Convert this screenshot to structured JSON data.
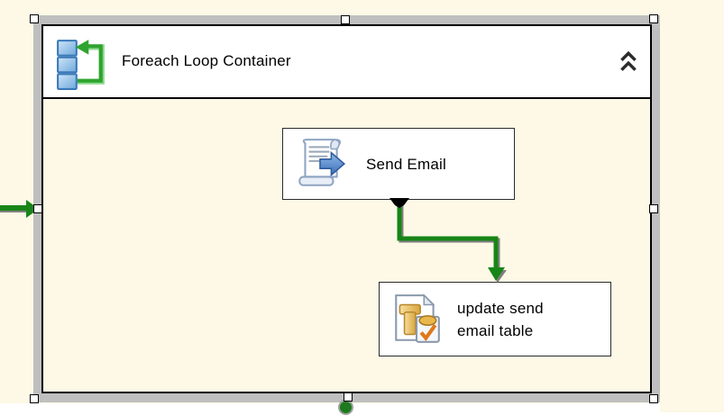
{
  "container": {
    "title": "Foreach Loop Container",
    "header_icon": "foreach-loop-icon",
    "collapse_icon": "double-chevron-up-icon"
  },
  "tasks": [
    {
      "label": "Send Email",
      "icon": "send-mail-task-icon"
    },
    {
      "label": "update send email table",
      "icon": "execute-sql-task-icon"
    }
  ],
  "colors": {
    "canvas_bg": "#FDF9E6",
    "header_bg": "#FFFFFF",
    "container_border": "#000000",
    "task_border": "#2B2B2B",
    "connector_green": "#178517",
    "connector_shadow": "#808080",
    "anchor_black": "#000000",
    "endpoint_dot_green": "#1E7A1E",
    "icon_blue": "#5C8FD6",
    "icon_gold": "#EEC35F"
  }
}
